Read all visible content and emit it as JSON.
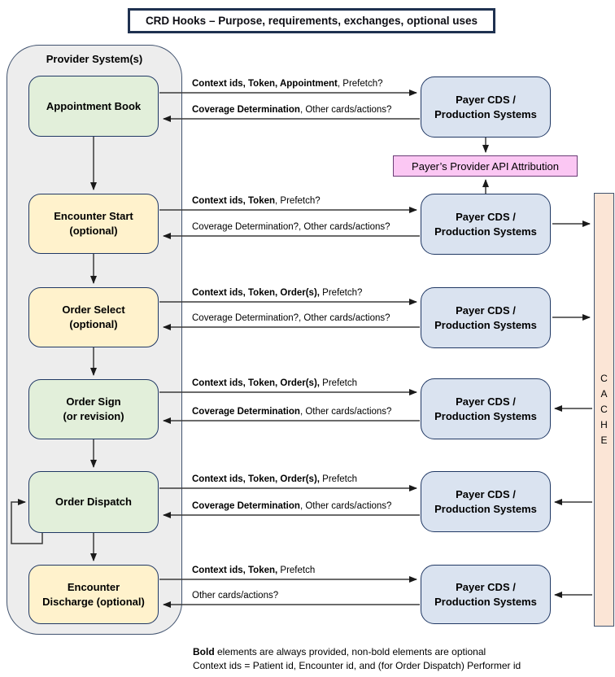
{
  "title": "CRD Hooks – Purpose, requirements, exchanges, optional uses",
  "provider": {
    "label": "Provider System(s)"
  },
  "payer_label": {
    "line1": "Payer CDS /",
    "line2": "Production Systems"
  },
  "attribution": {
    "label": "Payer’s Provider API Attribution"
  },
  "cache": {
    "letters": [
      "C",
      "A",
      "C",
      "H",
      "E"
    ]
  },
  "hooks": [
    {
      "line1": "Appointment Book",
      "line2": "",
      "request_bold": "Context ids, Token, Appointment",
      "request_rest": ", Prefetch?",
      "response_bold": "Coverage Determination",
      "response_rest": ", Other cards/actions?"
    },
    {
      "line1": "Encounter Start",
      "line2": "(optional)",
      "request_bold": "Context ids, Token",
      "request_rest": ", Prefetch?",
      "response_bold": "",
      "response_rest": "Coverage Determination?, Other cards/actions?"
    },
    {
      "line1": "Order Select",
      "line2": "(optional)",
      "request_bold": "Context ids, Token, Order(s),",
      "request_rest": " Prefetch?",
      "response_bold": "",
      "response_rest": "Coverage Determination?, Other cards/actions?"
    },
    {
      "line1": "Order Sign",
      "line2": "(or revision)",
      "request_bold": "Context ids, Token, Order(s),",
      "request_rest": " Prefetch",
      "response_bold": "Coverage Determination",
      "response_rest": ", Other cards/actions?"
    },
    {
      "line1": "Order Dispatch",
      "line2": "",
      "request_bold": "Context ids, Token, Order(s),",
      "request_rest": " Prefetch",
      "response_bold": "Coverage Determination",
      "response_rest": ", Other cards/actions?"
    },
    {
      "line1": "Encounter",
      "line2": "Discharge (optional)",
      "request_bold": "Context ids, Token,",
      "request_rest": " Prefetch",
      "response_bold": "",
      "response_rest": "Other cards/actions?"
    }
  ],
  "legend": {
    "line1_bold": "Bold",
    "line1_rest": " elements are always provided, non-bold elements are optional",
    "line2": "Context ids = Patient id, Encounter id, and (for Order Dispatch) Performer id"
  },
  "colors": {
    "hook_green": "#e2efda",
    "hook_yellow": "#fff2cc",
    "payer_blue": "#dae3f0",
    "attribution_pink": "#fbc7f3",
    "cache_peach": "#fbe5d6",
    "border_navy": "#203864",
    "container_gray": "#ededed"
  }
}
